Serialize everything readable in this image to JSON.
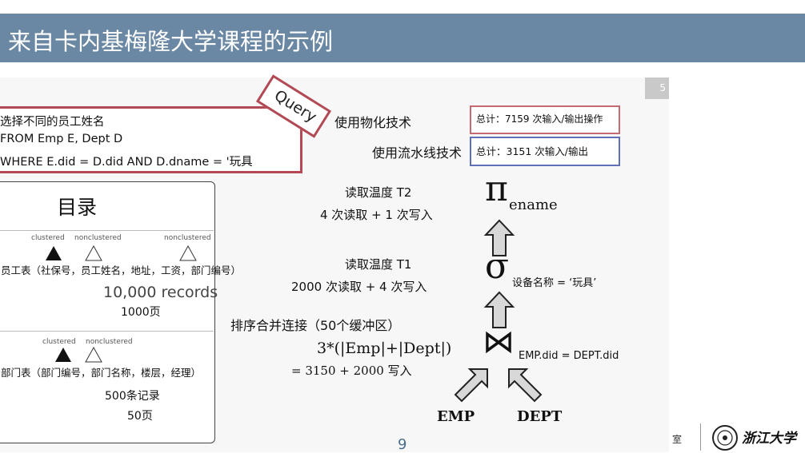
{
  "header": {
    "title": "来自卡内基梅隆大学课程的示例"
  },
  "slide_number": "9",
  "corner_tab": "5",
  "query_tag": "Query",
  "sql": {
    "line1": "选择不同的员工姓名",
    "line2": "FROM Emp E, Dept D",
    "line3": "WHERE E.did = D.did AND D.dname = '玩具"
  },
  "catalog": {
    "title": "目录",
    "emp": {
      "labels": [
        "clustered",
        "nonclustered",
        "nonclustered"
      ],
      "desc": "员工表（社保号，员工姓名，地址，工资，部门编号）",
      "records": "10,000 records",
      "pages": "1000页"
    },
    "dept": {
      "labels": [
        "clustered",
        "nonclustered"
      ],
      "desc": "部门表（部门编号，部门名称，楼层，经理）",
      "records": "500条记录",
      "pages": "50页"
    }
  },
  "notes": {
    "materialize": "使用物化技术",
    "pipeline": "使用流水线技术",
    "total_materialize": "总计：7159 次输入/输出操作",
    "total_pipeline": "总计：3151 次输入/输出",
    "read_t2": "读取温度 T2",
    "cost_t2": "4 次读取 + 1 次写入",
    "read_t1": "读取温度 T1",
    "cost_t1": "2000 次读取 + 4 次写入",
    "sort_merge": "排序合并连接（50个缓冲区）",
    "formula1": "3*(|Emp|+|Dept|)",
    "formula2": "= 3150 + 2000 写入"
  },
  "plan": {
    "pi": "π",
    "pi_sub": "ename",
    "sigma": "σ",
    "sigma_cond": "设备名称 = ‘玩具’",
    "join": "⋈",
    "join_cond": "EMP.did = DEPT.did",
    "left_table": "EMP",
    "right_table": "DEPT"
  },
  "footer": {
    "logo_text": "浙江大学",
    "lab_text": "室"
  },
  "colors": {
    "header": "#6a88a3",
    "red_box": "#c36a72",
    "blue_box": "#5f6fb8",
    "sql_border": "#b24a55"
  }
}
